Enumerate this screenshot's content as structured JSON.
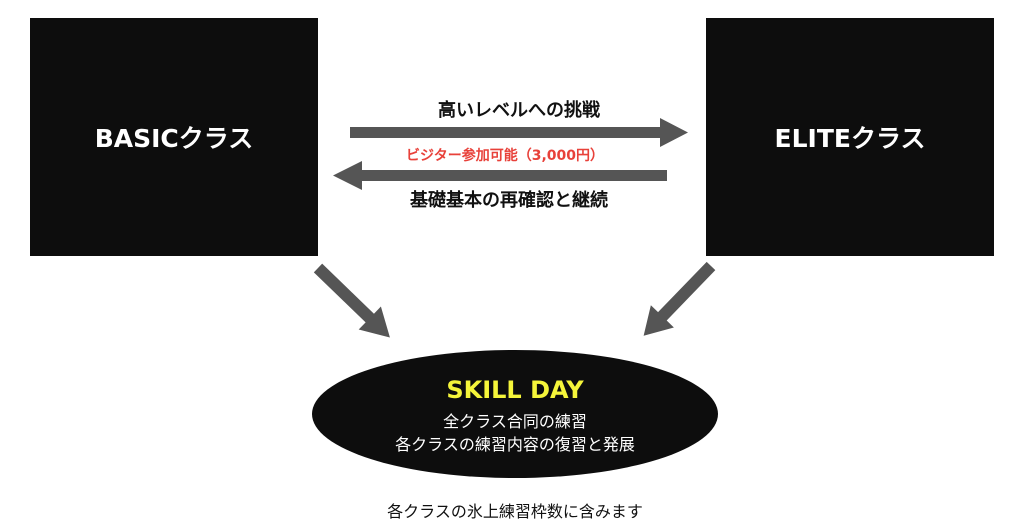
{
  "basic": {
    "label": "BASICクラス"
  },
  "elite": {
    "label": "ELITEクラス"
  },
  "arrows": {
    "up_label": "高いレベルへの挑戦",
    "visitor_label": "ビジター参加可能（3,000円）",
    "down_label": "基礎基本の再確認と継続"
  },
  "skill_day": {
    "title": "SKILL DAY",
    "line1": "全クラス合同の練習",
    "line2": "各クラスの練習内容の復習と発展"
  },
  "footnote": "各クラスの氷上練習枠数に含みます",
  "colors": {
    "arrow": "#555555",
    "box": "#0d0d0d",
    "visitor": "#e8413a",
    "title": "#f5f53a"
  }
}
